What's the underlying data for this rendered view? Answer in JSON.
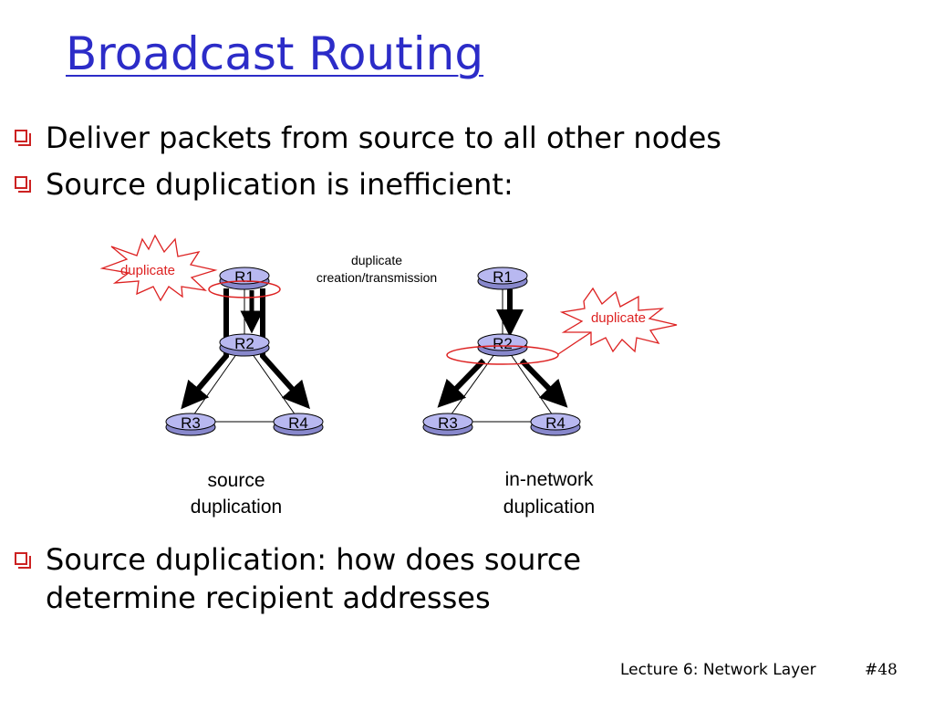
{
  "slide": {
    "title": "Broadcast Routing",
    "bullets": [
      "Deliver packets from source to all other nodes",
      "Source duplication is inefficient:",
      "Source duplication: how does source determine recipient addresses"
    ]
  },
  "diagram": {
    "top_label_line1": "duplicate",
    "top_label_line2": "creation/transmission",
    "burst_label": "duplicate",
    "router_labels": [
      "R1",
      "R2",
      "R3",
      "R4"
    ],
    "left_caption_line1": "source",
    "left_caption_line2": "duplication",
    "right_caption_line1": "in-network",
    "right_caption_line2": "duplication",
    "colors": {
      "title": "#2c2cc8",
      "router_fill": "#b8b8f0",
      "highlight": "#dd2222",
      "arrow": "#000000"
    }
  },
  "footer": {
    "lecture": "Lecture 6: Network Layer",
    "page": "#48"
  }
}
